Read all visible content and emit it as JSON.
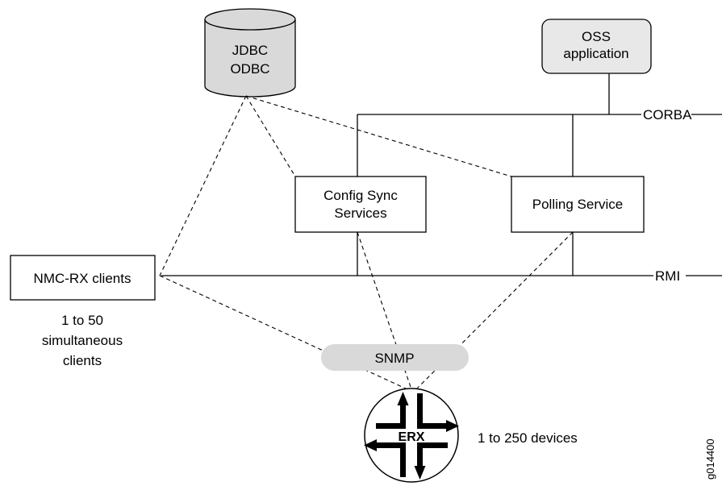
{
  "database": {
    "line1": "JDBC",
    "line2": "ODBC",
    "fill": "#d9d9d9"
  },
  "oss": {
    "line1": "OSS",
    "line2": "application",
    "fill": "#e8e8e8"
  },
  "corba_label": "CORBA",
  "rmi_label": "RMI",
  "config_sync": {
    "line1": "Config Sync",
    "line2": "Services"
  },
  "polling": {
    "label": "Polling Service"
  },
  "nmc": {
    "label": "NMC-RX clients",
    "caption_line1": "1 to 50",
    "caption_line2": "simultaneous",
    "caption_line3": "clients"
  },
  "snmp": {
    "label": "SNMP",
    "fill": "#d9d9d9"
  },
  "erx": {
    "label": "ERX",
    "caption": "1 to 250 devices"
  },
  "figure_id": "g014400"
}
